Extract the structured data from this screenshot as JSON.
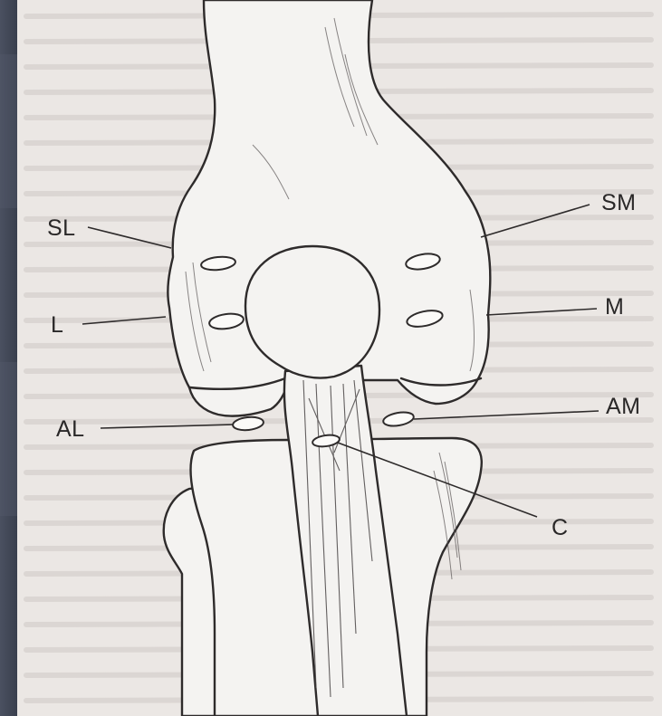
{
  "diagram": {
    "labels": {
      "SL": "SL",
      "L": "L",
      "AL": "AL",
      "SM": "SM",
      "M": "M",
      "AM": "AM",
      "C": "C"
    }
  },
  "colors": {
    "background": "#3b4150",
    "paper": "#ebe7e4",
    "ink": "#2a2828",
    "bone": "#f4f3f1"
  }
}
